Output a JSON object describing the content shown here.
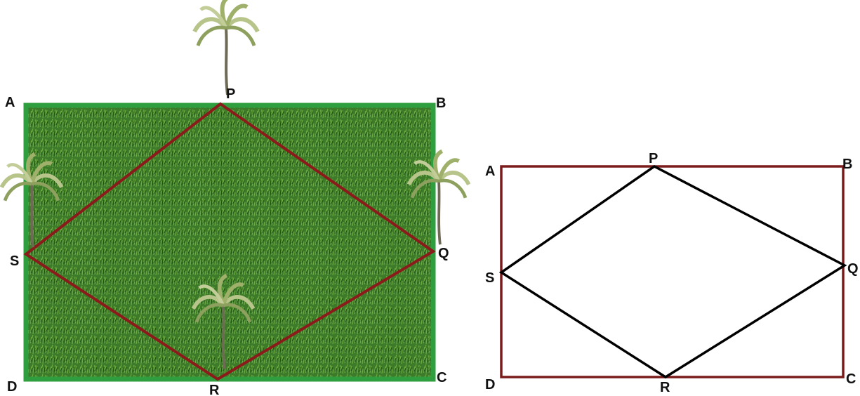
{
  "left_figure": {
    "labels": {
      "A": "A",
      "B": "B",
      "C": "C",
      "D": "D",
      "P": "P",
      "Q": "Q",
      "R": "R",
      "S": "S"
    },
    "field_border_color": "#2e9e3e",
    "grass_color": "#3f7f2a",
    "rhombus_color": "#8b1a1a",
    "trees": [
      "palm-tree-icon-top",
      "palm-tree-icon-left",
      "palm-tree-icon-right",
      "palm-tree-icon-bottom"
    ]
  },
  "right_figure": {
    "labels": {
      "A": "A",
      "B": "B",
      "C": "C",
      "D": "D",
      "P": "P",
      "Q": "Q",
      "R": "R",
      "S": "S"
    },
    "rectangle_color": "#7b1c1c",
    "rhombus_color": "#000000"
  }
}
